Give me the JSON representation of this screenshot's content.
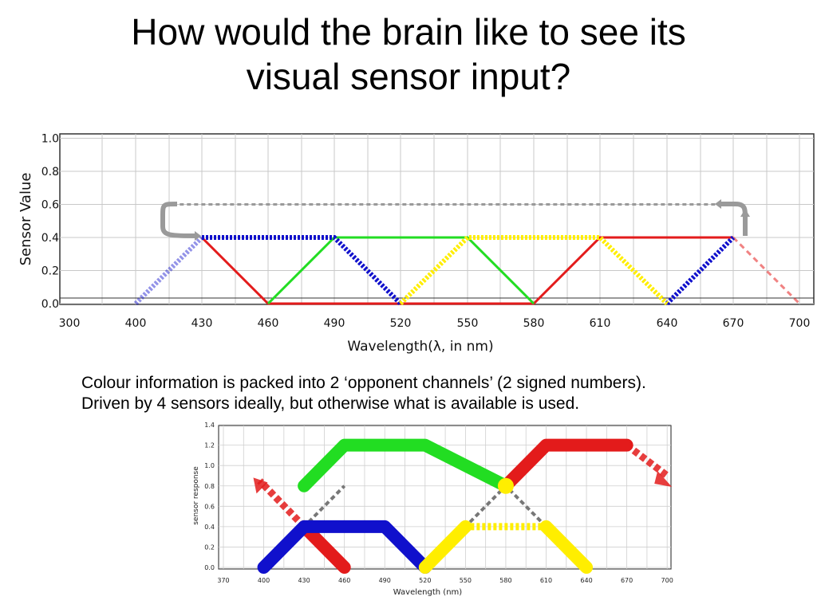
{
  "slide": {
    "title_line1": "How would the brain like to see its",
    "title_line2": "visual sensor input?",
    "caption_line1": "Colour information is packed into 2 ‘opponent channels’ (2 signed numbers).",
    "caption_line2": "Driven by 4 sensors ideally, but otherwise what is available is used."
  },
  "colors": {
    "red": "#e31b1b",
    "green": "#22dd22",
    "blue": "#1010cc",
    "yellow": "#ffee00",
    "grey": "#9a9a9a"
  },
  "chart_data": [
    {
      "type": "line",
      "title": "",
      "xlabel": "Wavelength(λ, in nm)",
      "ylabel": "Sensor Value",
      "xticks": [
        300,
        400,
        430,
        460,
        490,
        520,
        550,
        580,
        610,
        640,
        670,
        700
      ],
      "yticks": [
        "0.0",
        "0.2",
        "0.4",
        "0.6",
        "0.8",
        "1.0"
      ],
      "ylim": [
        0,
        1.0
      ],
      "grid": true,
      "series": [
        {
          "color": "red",
          "style": "solid",
          "points": [
            [
              430,
              0.4
            ],
            [
              460,
              0
            ],
            [
              580,
              0
            ],
            [
              610,
              0.4
            ],
            [
              670,
              0.4
            ]
          ]
        },
        {
          "color": "red",
          "style": "dashed-faded",
          "points": [
            [
              670,
              0.4
            ],
            [
              700,
              0
            ]
          ]
        },
        {
          "color": "green",
          "style": "solid",
          "points": [
            [
              460,
              0
            ],
            [
              490,
              0.4
            ],
            [
              550,
              0.4
            ],
            [
              580,
              0
            ]
          ]
        },
        {
          "color": "blue",
          "style": "dotted",
          "points": [
            [
              430,
              0.4
            ],
            [
              490,
              0.4
            ],
            [
              520,
              0
            ]
          ]
        },
        {
          "color": "blue",
          "style": "dotted",
          "points": [
            [
              640,
              0
            ],
            [
              670,
              0.4
            ]
          ]
        },
        {
          "color": "blue",
          "style": "dotted-faded",
          "points": [
            [
              400,
              0
            ],
            [
              430,
              0.4
            ]
          ]
        },
        {
          "color": "yellow",
          "style": "dotted",
          "points": [
            [
              520,
              0
            ],
            [
              550,
              0.4
            ],
            [
              610,
              0.4
            ],
            [
              640,
              0
            ]
          ]
        },
        {
          "color": "grey",
          "style": "dashed-wraparound",
          "points": [
            [
              420,
              0.6
            ],
            [
              670,
              0.6
            ]
          ]
        }
      ]
    },
    {
      "type": "line",
      "title": "",
      "xlabel": "Wavelength (nm)",
      "ylabel": "sensor response",
      "xticks": [
        370,
        400,
        430,
        460,
        490,
        520,
        550,
        580,
        610,
        640,
        670,
        700
      ],
      "yticks": [
        "0.0",
        "0.2",
        "0.4",
        "0.6",
        "0.8",
        "1.0",
        "1.2",
        "1.4"
      ],
      "ylim": [
        0,
        1.4
      ],
      "grid": true,
      "series": [
        {
          "color": "green",
          "style": "thick",
          "points": [
            [
              430,
              0.8
            ],
            [
              460,
              1.2
            ],
            [
              520,
              1.2
            ],
            [
              580,
              0.8
            ]
          ]
        },
        {
          "color": "red",
          "style": "thick",
          "points": [
            [
              580,
              0.8
            ],
            [
              610,
              1.2
            ],
            [
              670,
              1.2
            ]
          ]
        },
        {
          "color": "red",
          "style": "thick-dashed-arrow",
          "points": [
            [
              670,
              1.2
            ],
            [
              700,
              0.9
            ]
          ]
        },
        {
          "color": "red",
          "style": "thick-dashed-arrow",
          "points": [
            [
              430,
              0.4
            ],
            [
              397,
              0.85
            ]
          ]
        },
        {
          "color": "red",
          "style": "thick",
          "points": [
            [
              430,
              0.4
            ],
            [
              460,
              0.0
            ]
          ]
        },
        {
          "color": "blue",
          "style": "thick",
          "points": [
            [
              400,
              0.0
            ],
            [
              430,
              0.4
            ],
            [
              490,
              0.4
            ],
            [
              520,
              0.0
            ]
          ]
        },
        {
          "color": "yellow",
          "style": "thick",
          "points": [
            [
              520,
              0.0
            ],
            [
              550,
              0.4
            ]
          ]
        },
        {
          "color": "yellow",
          "style": "thick-dotted",
          "points": [
            [
              550,
              0.4
            ],
            [
              610,
              0.4
            ]
          ]
        },
        {
          "color": "yellow",
          "style": "thick",
          "points": [
            [
              610,
              0.4
            ],
            [
              640,
              0.0
            ]
          ]
        },
        {
          "color": "grey",
          "style": "dashed",
          "points": [
            [
              400,
              0.0
            ],
            [
              460,
              0.8
            ]
          ]
        },
        {
          "color": "grey",
          "style": "dashed",
          "points": [
            [
              520,
              0.0
            ],
            [
              580,
              0.8
            ],
            [
              640,
              0.0
            ]
          ]
        }
      ]
    }
  ]
}
